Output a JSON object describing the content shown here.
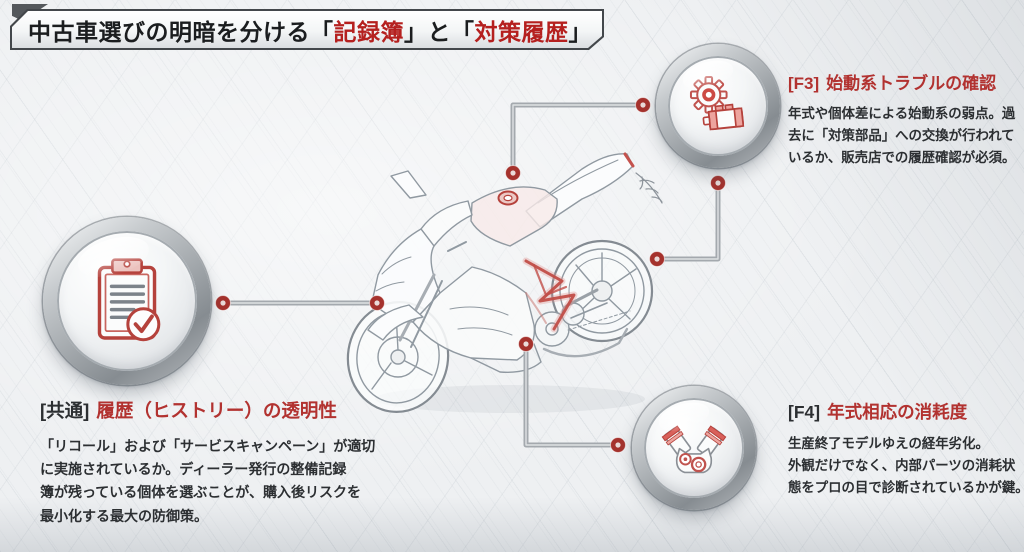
{
  "title": {
    "segments": [
      {
        "text": "中古車選びの明暗を分ける「"
      },
      {
        "text": "記録簿"
      },
      {
        "text": "」と「"
      },
      {
        "text": "対策履歴"
      },
      {
        "text": "」"
      }
    ]
  },
  "callouts": [
    {
      "id": "f3",
      "tag": "[F3]",
      "heading": "始動系トラブルの確認",
      "body": "年式や個体差による始動系の弱点。過\n去に「対策部品」への交換が行われて\nいるか、販売店での履歴確認が必須。",
      "icon": "starter-motor-and-gear-icon"
    },
    {
      "id": "f4",
      "tag": "[F4]",
      "heading": "年式相応の消耗度",
      "body": "生産終了モデルゆえの経年劣化。\n外観だけでなく、内部パーツの消耗状\n態をプロの目で診断されているかが鍵。",
      "icon": "v-twin-engine-icon"
    },
    {
      "id": "common",
      "tag": "[共通]",
      "heading": "履歴（ヒストリー）の透明性",
      "body": "「リコール」および「サービスキャンペーン」が適切\nに実施されているか。ディーラー発行の整備記録\n簿が残っている個体を選ぶことが、購入後リスクを\n最小化する最大の防御策。",
      "icon": "clipboard-checklist-icon"
    }
  ],
  "center_illustration": "sport-motorcycle-cutaway-sketch",
  "colors": {
    "title_red": "#b5201f",
    "heading_red": "#b23230",
    "text_dark": "#2c2f32",
    "dot_red": "#a5322d",
    "connector_gray": "#a4a9ae",
    "icon_red": "#b5423c",
    "background": "#eef0f2"
  }
}
